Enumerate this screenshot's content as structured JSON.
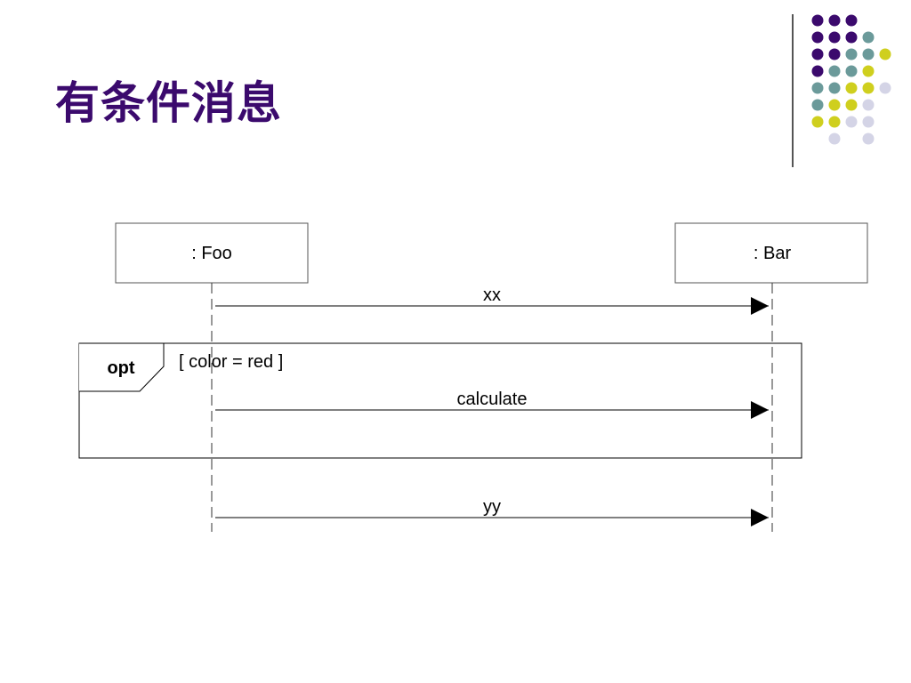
{
  "title": "有条件消息",
  "colors": {
    "title": "#3b0a6d",
    "dot_purple": "#3b0a6d",
    "dot_teal": "#6b9a9a",
    "dot_yellow": "#cfcf1e",
    "dot_lavender": "#d4d4e6"
  },
  "decoration": {
    "dot_rows": [
      [
        "purple",
        "purple",
        "purple",
        null
      ],
      [
        "purple",
        "purple",
        "purple",
        "teal"
      ],
      [
        "purple",
        "purple",
        "teal",
        "teal",
        "yellow"
      ],
      [
        "purple",
        "teal",
        "teal",
        "yellow"
      ],
      [
        "teal",
        "teal",
        "yellow",
        "yellow",
        "lavender"
      ],
      [
        "teal",
        "yellow",
        "yellow",
        "lavender"
      ],
      [
        "yellow",
        "yellow",
        "lavender",
        "lavender"
      ],
      [
        null,
        "lavender",
        null,
        "lavender"
      ]
    ]
  },
  "diagram": {
    "participants": [
      ": Foo",
      ": Bar"
    ],
    "messages": [
      "xx",
      "calculate",
      "yy"
    ],
    "fragment": {
      "operator": "opt",
      "guard": "[ color = red ]"
    }
  }
}
